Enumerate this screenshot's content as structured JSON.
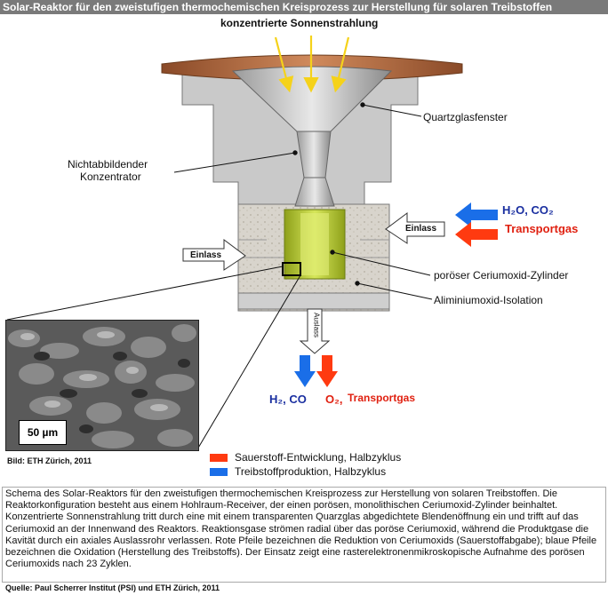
{
  "title": "Solar-Reaktor für den zweistufigen thermochemischen Kreisprozess zur Herstellung für solaren Treibstoffen",
  "labels": {
    "radiation": "konzentrierte Sonnenstrahlung",
    "quartz_window": "Quartzglasfenster",
    "concentrator_line1": "Nichtabbildender",
    "concentrator_line2": "Konzentrator",
    "inlet_left": "Einlass",
    "inlet_right": "Einlass",
    "outlet": "Auslass",
    "ceria_cylinder": "poröser Ceriumoxid-Zylinder",
    "insulation": "Aliminiumoxid-Isolation",
    "input_gases": "H₂O, CO₂",
    "transport_gas_in": "Transportgas",
    "output_fuel": "H₂, CO",
    "output_oxygen": "O₂,",
    "transport_gas_out": "Transportgas"
  },
  "inset": {
    "scale": "50 µm",
    "credit": "Bild:  ETH Zürich, 2011"
  },
  "legend": {
    "items": [
      {
        "label": "Sauerstoff-Entwicklung, Halbzyklus",
        "color": "#ff3a10"
      },
      {
        "label": "Treibstoffproduktion, Halbzyklus",
        "color": "#1a6ee8"
      }
    ]
  },
  "caption": "Schema des Solar-Reaktors für den zweistufigen thermochemischen Kreisprozess zur Herstellung von solaren Treibstoffen. Die Reaktorkonfiguration besteht aus einem Hohlraum-Receiver, der einen porösen, monolithischen Ceriumoxid-Zylinder beinhaltet. Konzentrierte Sonnenstrahlung tritt durch eine mit einem transparenten Quarzglas abgedichtete Blendenöffnung ein und trifft auf das Ceriumoxid an der Innenwand des Reaktors. Reaktionsgase strömen radial über das poröse Ceriumoxid, während die Produktgase die Kavität durch ein axiales Auslassrohr verlassen. Rote Pfeile bezeichnen die Reduktion von Ceriumoxids (Sauerstoffabgabe); blaue Pfeile bezeichnen die Oxidation (Herstellung des Treibstoffs). Der Einsatz zeigt eine rasterelektronenmikroskopische Aufnahme des porösen Ceriumoxids nach 23 Zyklen.",
  "source": "Quelle: Paul Scherrer Institut (PSI) und ETH Zürich, 2011",
  "colors": {
    "red": "#ff3a10",
    "blue": "#1a6ee8",
    "ceria": "#b8cc2a",
    "copper": "#b8673c"
  }
}
